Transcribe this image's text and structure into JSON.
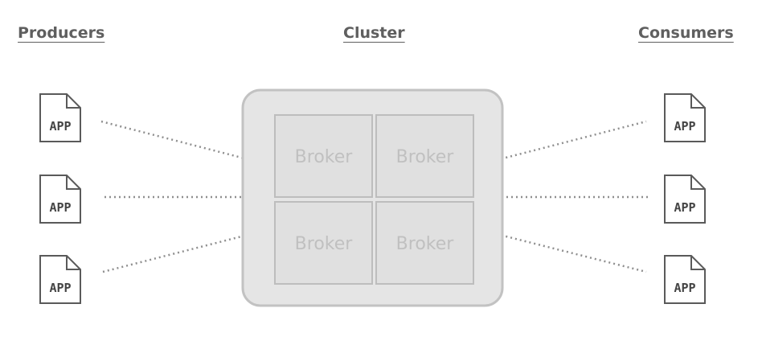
{
  "headings": {
    "producers": "Producers",
    "cluster": "Cluster",
    "consumers": "Consumers"
  },
  "producers": [
    {
      "label": "APP",
      "icon": "file-icon"
    },
    {
      "label": "APP",
      "icon": "file-icon"
    },
    {
      "label": "APP",
      "icon": "file-icon"
    }
  ],
  "consumers": [
    {
      "label": "APP",
      "icon": "file-icon"
    },
    {
      "label": "APP",
      "icon": "file-icon"
    },
    {
      "label": "APP",
      "icon": "file-icon"
    }
  ],
  "cluster": {
    "brokers": [
      {
        "label": "Broker"
      },
      {
        "label": "Broker"
      },
      {
        "label": "Broker"
      },
      {
        "label": "Broker"
      }
    ]
  },
  "colors": {
    "heading": "#5f5f5f",
    "cluster_fill": "#e5e5e5",
    "broker_text": "#c0c0c0",
    "connector": "#8f8f8f"
  }
}
